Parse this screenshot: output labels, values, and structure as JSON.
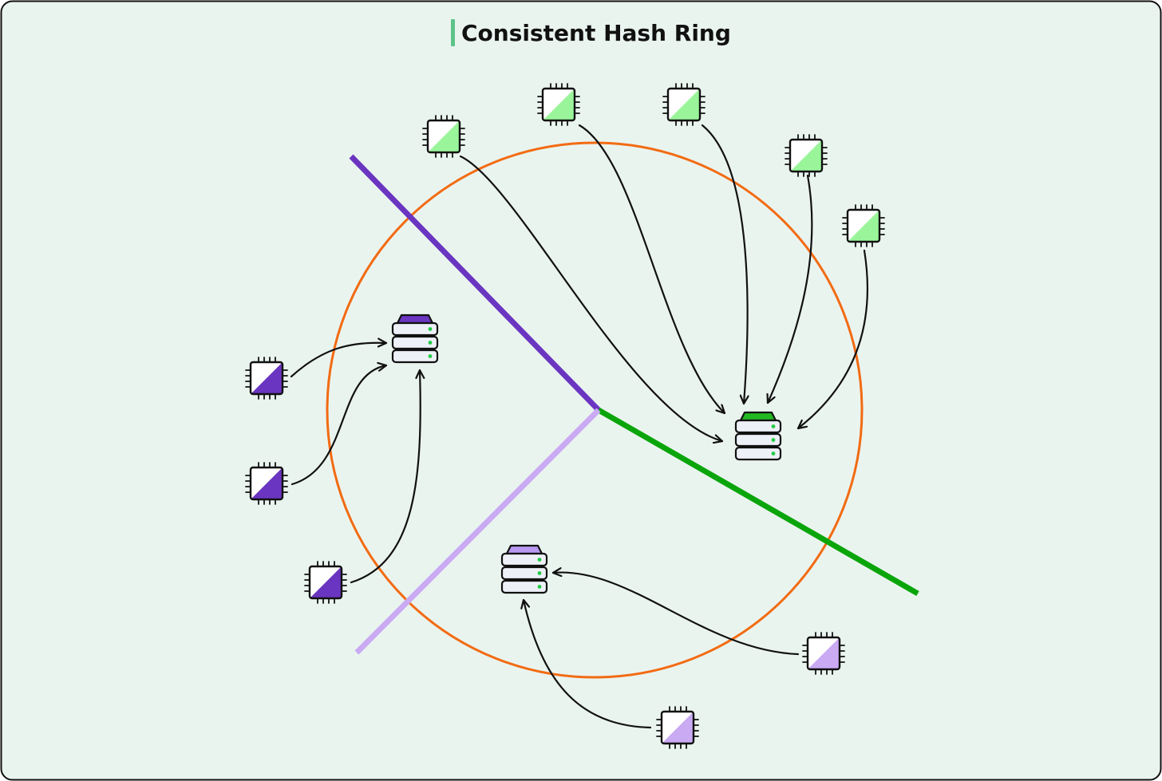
{
  "title": "Consistent Hash Ring",
  "colors": {
    "background": "#eaf4ef",
    "border": "#111111",
    "title_accent": "#5cc38a",
    "ring": "#f26b12",
    "boundary_dark_purple": "#6a35c0",
    "boundary_green": "#0aa50a",
    "boundary_light_purple": "#c9aaf3",
    "node_dark_purple": "#6a35c0",
    "node_green": "#9af59a",
    "node_light_purple": "#c9aaf3",
    "arrow": "#111111"
  },
  "servers": [
    {
      "id": "server-purple",
      "icon": "server-stack-icon",
      "accent": "#6a35c0"
    },
    {
      "id": "server-green",
      "icon": "server-stack-icon",
      "accent": "#22b822"
    },
    {
      "id": "server-lavender",
      "icon": "server-stack-icon",
      "accent": "#b899f0"
    }
  ],
  "keys": [
    {
      "id": "key-purple-1",
      "icon": "chip-icon",
      "color": "#6a35c0",
      "target": "server-purple"
    },
    {
      "id": "key-purple-2",
      "icon": "chip-icon",
      "color": "#6a35c0",
      "target": "server-purple"
    },
    {
      "id": "key-purple-3",
      "icon": "chip-icon",
      "color": "#6a35c0",
      "target": "server-purple"
    },
    {
      "id": "key-green-1",
      "icon": "chip-icon",
      "color": "#9af59a",
      "target": "server-green"
    },
    {
      "id": "key-green-2",
      "icon": "chip-icon",
      "color": "#9af59a",
      "target": "server-green"
    },
    {
      "id": "key-green-3",
      "icon": "chip-icon",
      "color": "#9af59a",
      "target": "server-green"
    },
    {
      "id": "key-green-4",
      "icon": "chip-icon",
      "color": "#9af59a",
      "target": "server-green"
    },
    {
      "id": "key-green-5",
      "icon": "chip-icon",
      "color": "#9af59a",
      "target": "server-green"
    },
    {
      "id": "key-lavender-1",
      "icon": "chip-icon",
      "color": "#c9aaf3",
      "target": "server-lavender"
    },
    {
      "id": "key-lavender-2",
      "icon": "chip-icon",
      "color": "#c9aaf3",
      "target": "server-lavender"
    }
  ]
}
